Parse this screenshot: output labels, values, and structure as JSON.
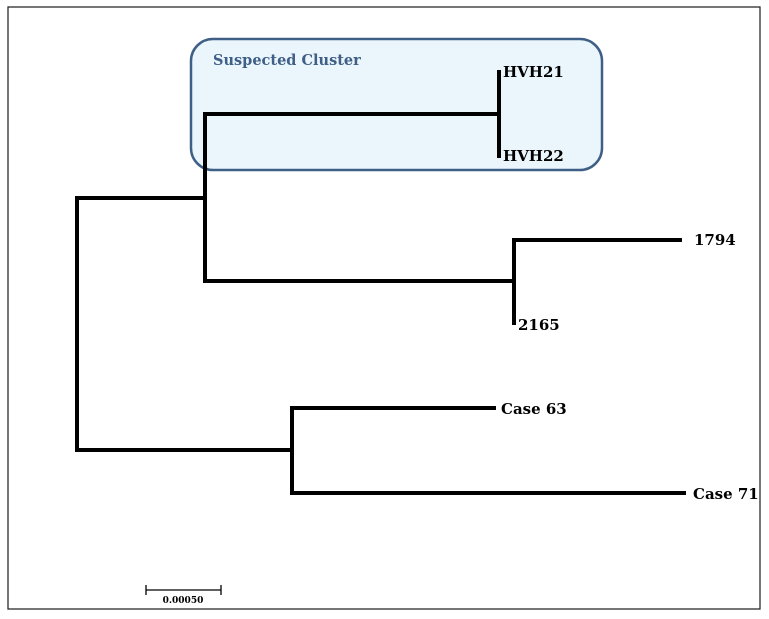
{
  "tree": {
    "cluster_label": "Suspected Cluster",
    "leaves": [
      {
        "id": "hvh21",
        "label": "HVH21"
      },
      {
        "id": "hvh22",
        "label": "HVH22"
      },
      {
        "id": "n1794",
        "label": "1794"
      },
      {
        "id": "n2165",
        "label": "2165"
      },
      {
        "id": "case63",
        "label": "Case 63"
      },
      {
        "id": "case71",
        "label": "Case 71"
      }
    ],
    "scale_bar_label": "0.00050"
  },
  "colors": {
    "cluster_border": "#3f5f86",
    "cluster_fill": "#eaf6fc",
    "branch": "#000000"
  }
}
